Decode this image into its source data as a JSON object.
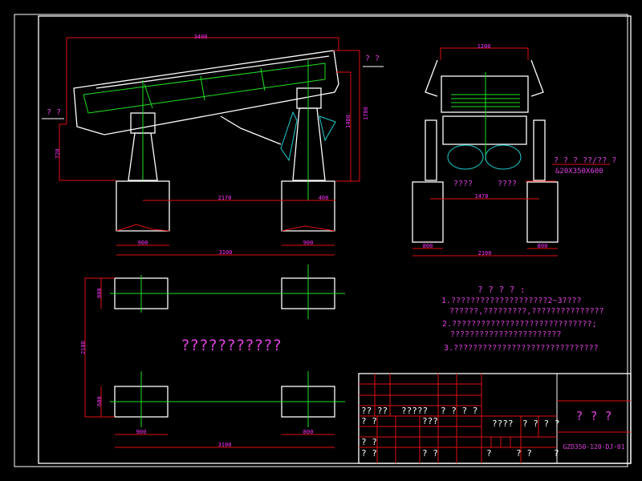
{
  "side_view": {
    "dims": {
      "length": "3400",
      "height_total": "1780",
      "height_inner": "1480",
      "height_left": "720",
      "span": "2170",
      "offset": "400",
      "base_left": "900",
      "base_right": "900",
      "base_total": "3100"
    },
    "flow_in_label": "? ?",
    "flow_out_label": "? ?"
  },
  "front_view": {
    "dims": {
      "width_top": "1200",
      "span": "1470",
      "base_left": "800",
      "base_right": "800",
      "base_total": "2100"
    },
    "plate_label": "? ? ? ??/?? ?",
    "plate_spec": "&20X350X600",
    "rotation_left": "????",
    "rotation_right": "????"
  },
  "plan_view": {
    "dims": {
      "depth_top": "800",
      "depth_bottom": "600",
      "spacing": "2100",
      "width_left": "900",
      "width_right": "800",
      "total": "3100"
    },
    "title": "???????????"
  },
  "notes": {
    "heading": "? ? ? ? :",
    "lines": [
      "1.????????????????????2~3????",
      "??????,?????????,???????????????",
      "2.?????????????????????????????;",
      "???????????????????????",
      "3.??????????????????????????????"
    ]
  },
  "title_block": {
    "cells": [
      "?? ??",
      "?????",
      "? ? ? ?",
      "? ?",
      "???",
      "? ?",
      "? ?",
      "? ?",
      "????",
      "? ? ? ?",
      "?",
      "? ?",
      "?"
    ],
    "drawing_title": "? ? ?",
    "drawing_number": "GZD350-120-DJ-01"
  }
}
